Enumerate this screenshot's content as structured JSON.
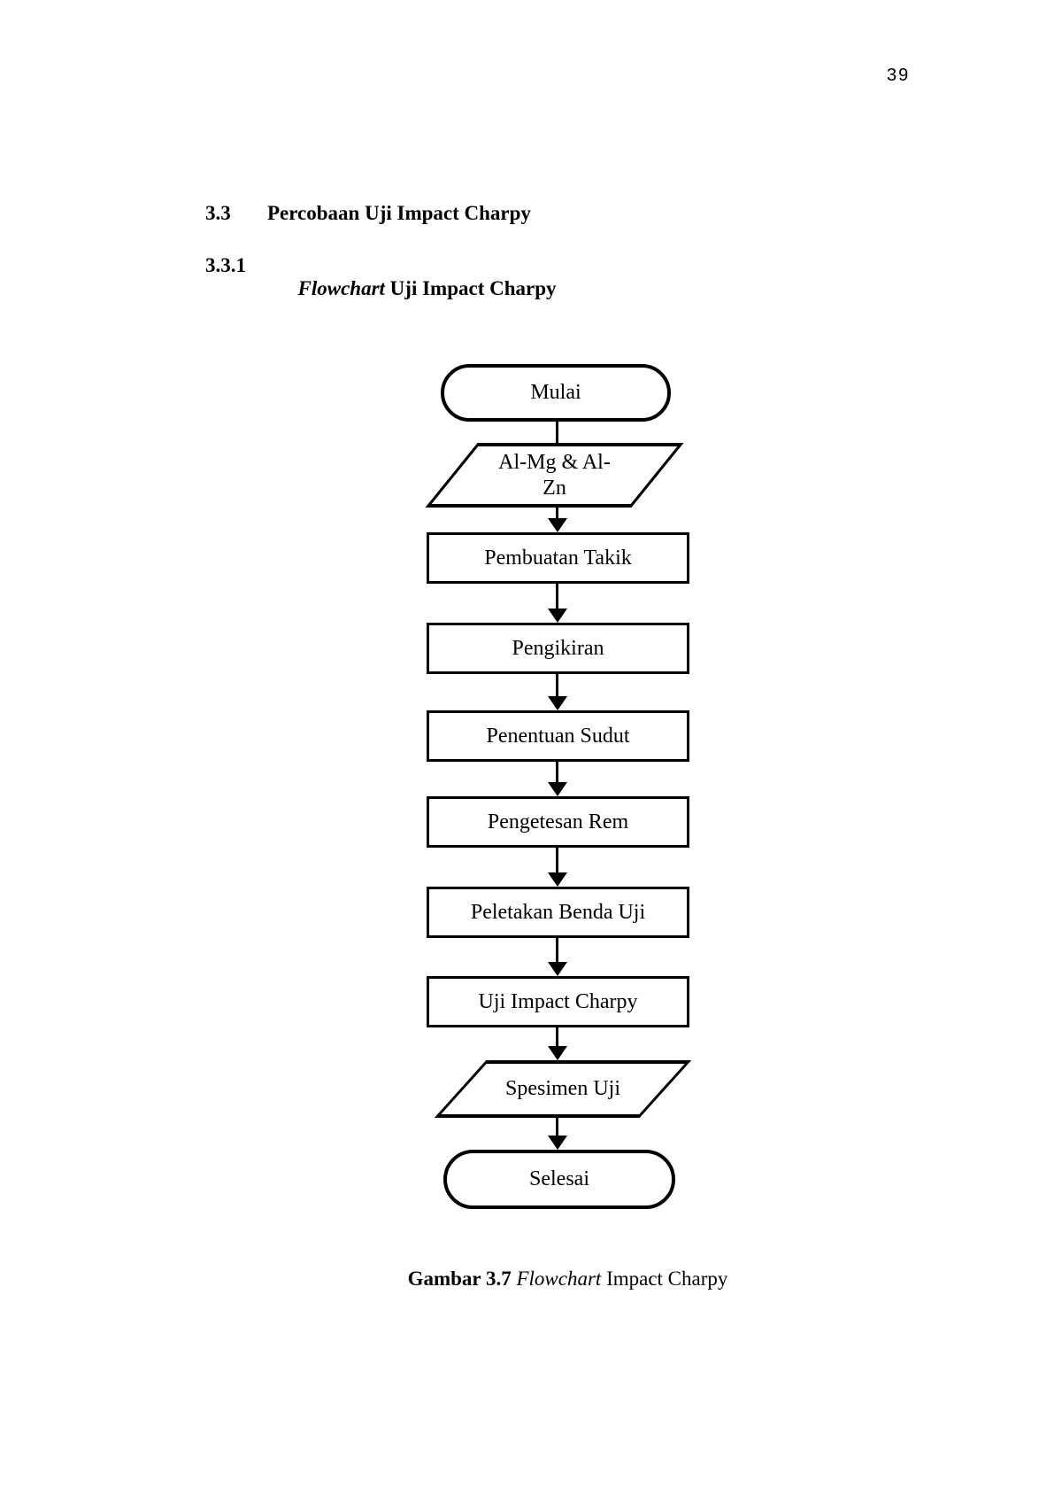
{
  "page": {
    "number": "39",
    "background_color": "#ffffff",
    "ink_color": "#000000"
  },
  "sections": [
    {
      "number": "3.3",
      "title": "Percobaan Uji Impact Charpy"
    },
    {
      "number": "3.3.1",
      "title_italic": "Flowchart",
      "title_rest": " Uji Impact Charpy"
    }
  ],
  "flowchart": {
    "nodes": [
      {
        "type": "terminator",
        "label": "Mulai"
      },
      {
        "type": "input-output",
        "label": "Al-Mg & Al-Zn",
        "label_lines": [
          "Al-Mg & Al-",
          "Zn"
        ]
      },
      {
        "type": "process",
        "label": "Pembuatan Takik"
      },
      {
        "type": "process",
        "label": "Pengikiran"
      },
      {
        "type": "process",
        "label": "Penentuan Sudut"
      },
      {
        "type": "process",
        "label": "Pengetesan Rem"
      },
      {
        "type": "process",
        "label": "Peletakan Benda Uji"
      },
      {
        "type": "process",
        "label": "Uji Impact Charpy"
      },
      {
        "type": "input-output",
        "label": "Spesimen Uji"
      },
      {
        "type": "terminator",
        "label": "Selesai"
      }
    ]
  },
  "caption": {
    "bold": "Gambar 3.7",
    "italic": " Flowchart",
    "rest": " Impact Charpy"
  }
}
